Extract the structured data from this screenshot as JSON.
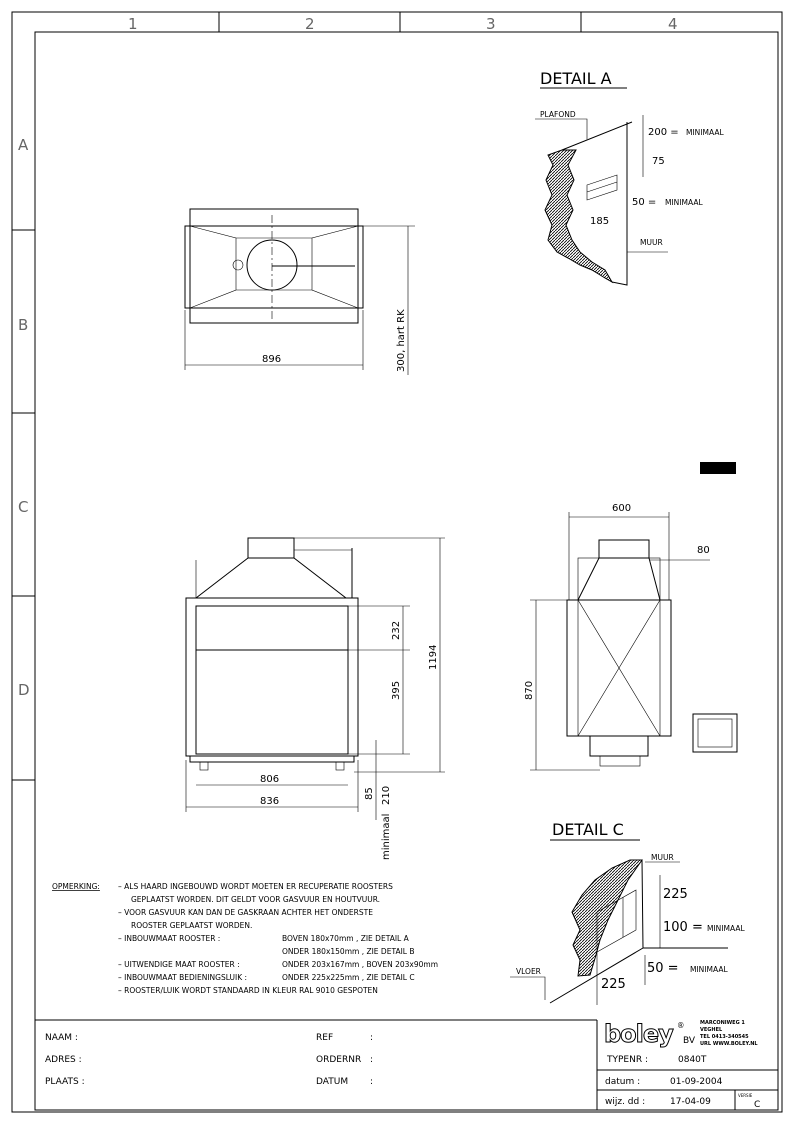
{
  "frame": {
    "columns": [
      "1",
      "2",
      "3",
      "4"
    ],
    "rows": [
      "A",
      "B",
      "C",
      "D"
    ]
  },
  "top_view": {
    "width_dim": "896",
    "depth_dim": "300, hart RK"
  },
  "front_view": {
    "dims": {
      "d232": "232",
      "d395": "395",
      "d1194": "1194",
      "d806": "806",
      "d836": "836",
      "d85": "85",
      "d210": "210",
      "minimaal": "minimaal"
    }
  },
  "side_view": {
    "dims": {
      "d600": "600",
      "d80": "80",
      "d870": "870"
    }
  },
  "detail_a": {
    "title": "DETAIL  A",
    "plafond": "PLAFOND",
    "d200": "200 =",
    "minimaal1": "MINIMAAL",
    "d75": "75",
    "d50": "50 =",
    "minimaal2": "MINIMAAL",
    "d185": "185",
    "muur": "MUUR"
  },
  "detail_c": {
    "title": "DETAIL  C",
    "muur": "MUUR",
    "d225a": "225",
    "d100": "100 =",
    "minimaal1": "MINIMAAL",
    "d50": "50 =",
    "minimaal2": "MINIMAAL",
    "vloer": "VLOER",
    "d225b": "225"
  },
  "notes": {
    "label": "OPMERKING:",
    "lines": [
      "–  ALS HAARD INGEBOUWD WORDT MOETEN ER RECUPERATIE ROOSTERS",
      "GEPLAATST WORDEN. DIT GELDT VOOR GASVUUR EN HOUTVUUR.",
      "–  VOOR GASVUUR KAN DAN DE GASKRAAN ACHTER HET ONDERSTE",
      "ROOSTER GEPLAATST WORDEN.",
      "–  INBOUWMAAT ROOSTER :",
      "–  UITWENDIGE MAAT ROOSTER :",
      "–  INBOUWMAAT BEDIENINGSLUIK :",
      "–  ROOSTER/LUIK WORDT STANDAARD IN KLEUR RAL 9010 GESPOTEN"
    ],
    "values": [
      "BOVEN  180x70mm  ,  ZIE DETAIL A",
      "ONDER  180x150mm  ,  ZIE DETAIL B",
      "ONDER  203x167mm  ,  BOVEN  203x90mm",
      "ONDER  225x225mm  ,  ZIE DETAIL C"
    ]
  },
  "title_block": {
    "naam": "NAAM   :",
    "adres": "ADRES  :",
    "plaats": "PLAATS :",
    "ref": "REF",
    "ordernr": "ORDERNR",
    "datum_l": "DATUM",
    "colon": ":",
    "logo": "boley",
    "reg": "®",
    "bv": "BV",
    "address": [
      "MARCONIWEG 1",
      "VEGHEL",
      "TEL  0413-340545",
      "URL  WWW.BOLEY.NL"
    ],
    "typenr_label": "TYPENR   :",
    "typenr": "0840T",
    "datum_label": "datum    :",
    "datum": "01-09-2004",
    "wijz_label": "wijz. dd  :",
    "wijz": "17-04-09",
    "versie_label": "VERSIE",
    "versie": "C"
  }
}
